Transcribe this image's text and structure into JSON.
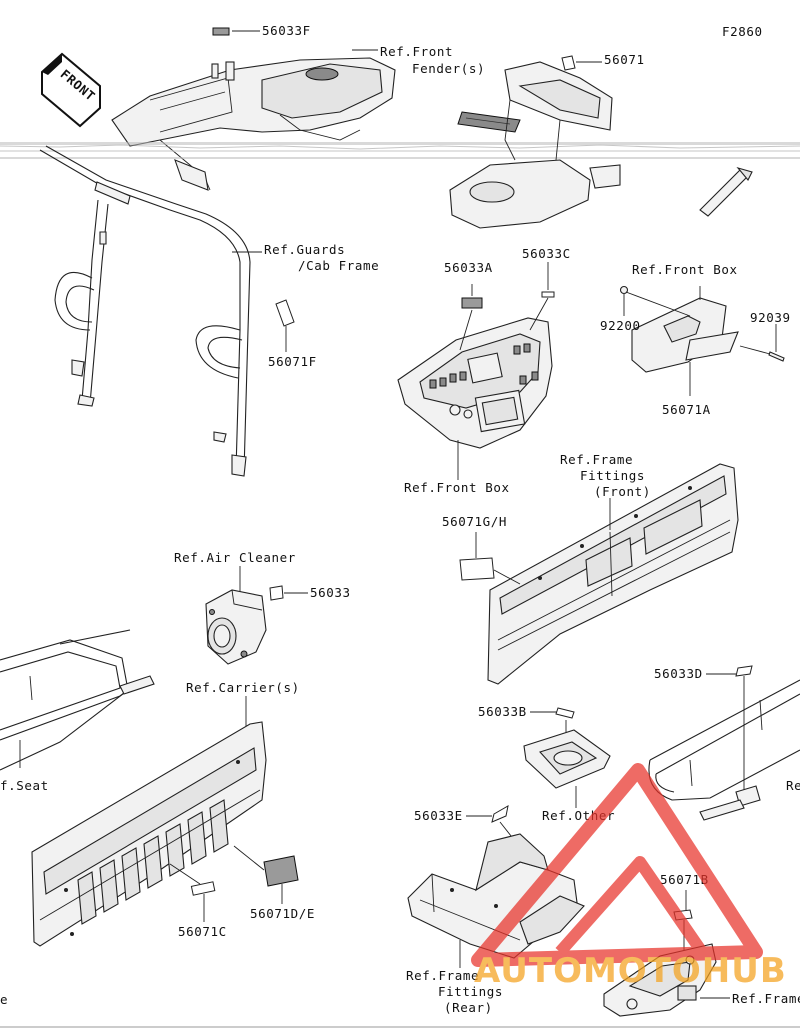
{
  "code": "F2860",
  "front_label": "FRONT",
  "callouts": {
    "p56033F": "56033F",
    "p56071": "56071",
    "p56071F": "56071F",
    "p56033A": "56033A",
    "p56033C": "56033C",
    "p92200": "92200",
    "p92039": "92039",
    "p56071A": "56071A",
    "p56071GH": "56071G/H",
    "p56033": "56033",
    "p56033D": "56033D",
    "p56033B": "56033B",
    "p56033E": "56033E",
    "p56071B": "56071B",
    "p56071C": "56071C",
    "p56071DE": "56071D/E"
  },
  "refs": {
    "front_fenders_1": "Ref.Front",
    "front_fenders_2": "Fender(s)",
    "guards_1": "Ref.Guards",
    "guards_2": "/Cab Frame",
    "front_box_top": "Ref.Front Box",
    "front_box_bottom": "Ref.Front Box",
    "frame_front_1": "Ref.Frame",
    "frame_front_2": "Fittings",
    "frame_front_3": "(Front)",
    "air_cleaner": "Ref.Air Cleaner",
    "carriers": "Ref.Carrier(s)",
    "seat": "f.Seat",
    "other": "Ref.Other",
    "frame_rear_1": "Ref.Frame",
    "frame_rear_2": "Fittings",
    "frame_rear_3": "(Rear)",
    "frame_br": "Ref.Frame",
    "re_right": "Re",
    "left_edge": "e"
  },
  "watermark": "AUTOMOTOHUB",
  "watermark_colors": {
    "red": "#e8332a",
    "orange": "#f4a21e",
    "gray": "#6d6e71"
  }
}
